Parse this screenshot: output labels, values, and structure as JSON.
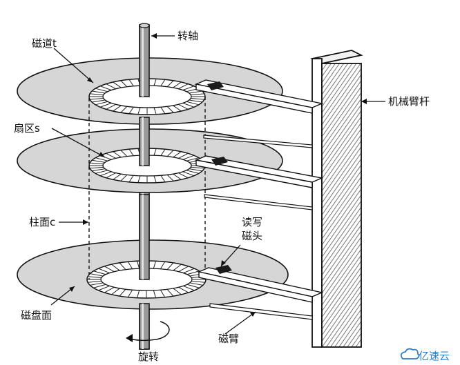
{
  "labels": {
    "track": "磁道t",
    "spindle": "转轴",
    "sector": "扇区s",
    "arm": "机械臂杆",
    "cylinder": "柱面c",
    "head_line1": "读写",
    "head_line2": "磁头",
    "platter_surface": "磁盘面",
    "head_arm": "磁臂",
    "rotation": "旋转"
  },
  "watermark": {
    "text": "亿速云",
    "icon": "cloud-logo-icon"
  },
  "colors": {
    "platter": "#d6d6d6",
    "ink": "#111111",
    "watermark": "#2a7fc7"
  }
}
